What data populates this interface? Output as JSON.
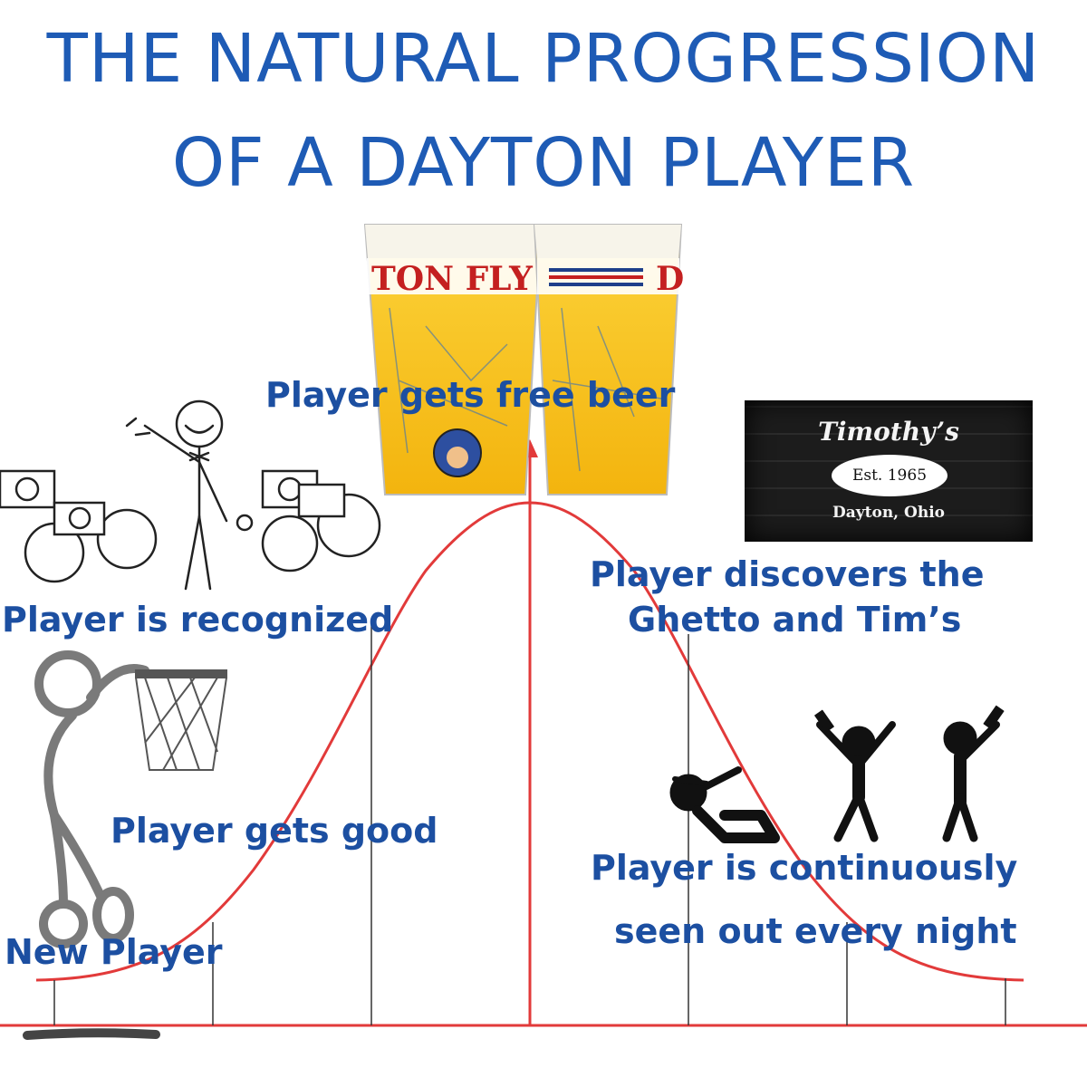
{
  "title": {
    "line1": "THE NATURAL PROGRESSION",
    "line2": "OF A DAYTON PLAYER"
  },
  "stages": {
    "new_player": "New Player",
    "gets_good": "Player gets good",
    "recognized": "Player is recognized",
    "free_beer": "Player gets free beer",
    "discovers_line1": "Player discovers the",
    "discovers_line2": "Ghetto and Tim’s",
    "continuous_line1": "Player is continuously",
    "continuous_line2": "seen out every night"
  },
  "sign": {
    "name": "Timothy’s",
    "established": "Est. 1965",
    "city": "Dayton, Ohio"
  },
  "glass_text": {
    "left": "TON FLY",
    "right": "D"
  },
  "colors": {
    "title": "#1e5bb5",
    "label": "#1c4fa1",
    "curve": "#e23a3a"
  }
}
